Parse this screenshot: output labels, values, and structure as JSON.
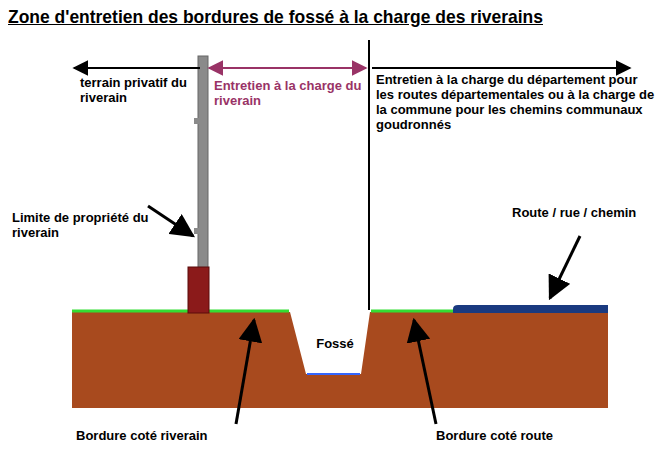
{
  "diagram": {
    "title": "Zone d'entretien des bordures de fossé à la charge des riverains",
    "labels": [
      "terrain privatif du riverain",
      "Entretien à la charge du riverain",
      "Entretien à la charge du département pour les routes départementales ou à la charge de la commune pour les chemins communaux goudronnés",
      "Limite de propriété du riverain",
      "Route / rue / chemin",
      "Fossé",
      "Bordure coté riverain",
      "Bordure coté route"
    ]
  }
}
